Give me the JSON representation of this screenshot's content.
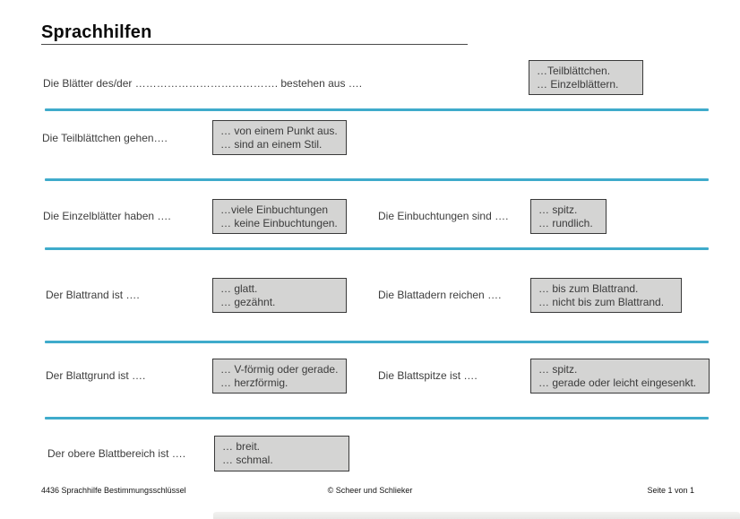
{
  "title": "Sprachhilfen",
  "entries": [
    {
      "label": "Die Blätter des/der …………………………………. bestehen aus ….",
      "options": [
        "…Teilblättchen.",
        "… Einzelblättern."
      ]
    },
    {
      "label": "Die Teilblättchen gehen….",
      "options": [
        "… von einem Punkt aus.",
        "… sind an einem Stil."
      ]
    },
    {
      "label": "Die Einzelblätter haben ….",
      "options": [
        "…viele Einbuchtungen",
        "… keine Einbuchtungen."
      ]
    },
    {
      "label": "Die Einbuchtungen sind ….",
      "options": [
        "… spitz.",
        "… rundlich."
      ]
    },
    {
      "label": "Der Blattrand ist ….",
      "options": [
        "… glatt.",
        "… gezähnt."
      ]
    },
    {
      "label": "Die Blattadern reichen ….",
      "options": [
        "… bis zum Blattrand.",
        "… nicht bis zum Blattrand."
      ]
    },
    {
      "label": "Der Blattgrund ist ….",
      "options": [
        "… V-förmig oder gerade.",
        "… herzförmig."
      ]
    },
    {
      "label": "Die Blattspitze ist ….",
      "options": [
        "… spitz.",
        "… gerade oder leicht eingesenkt."
      ]
    },
    {
      "label": "Der obere Blattbereich ist ….",
      "options": [
        "… breit.",
        "… schmal."
      ]
    }
  ],
  "footer": {
    "left": "4436 Sprachhilfe Bestimmungsschlüssel",
    "center": "© Scheer und Schlieker",
    "right": "Seite 1 von 1"
  },
  "colors": {
    "divider": "#3fabcb",
    "box_bg": "#d4d4d3",
    "box_border": "#3a3a3a"
  }
}
